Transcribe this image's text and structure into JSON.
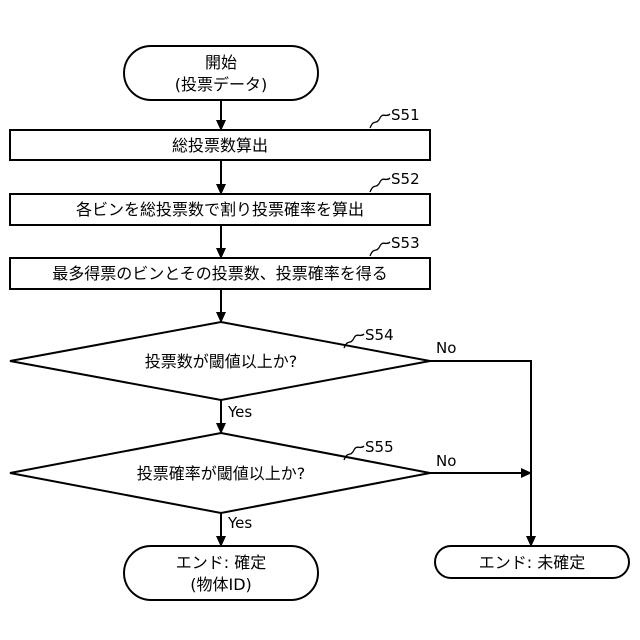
{
  "start": {
    "line1": "開始",
    "line2": "(投票データ)"
  },
  "steps": [
    {
      "id": "S51",
      "label": "総投票数算出"
    },
    {
      "id": "S52",
      "label": "各ビンを総投票数で割り投票確率を算出"
    },
    {
      "id": "S53",
      "label": "最多得票のビンとその投票数、投票確率を得る"
    }
  ],
  "decisions": [
    {
      "id": "S54",
      "label": "投票数が閾値以上か?",
      "yes": "Yes",
      "no": "No"
    },
    {
      "id": "S55",
      "label": "投票確率が閾値以上か?",
      "yes": "Yes",
      "no": "No"
    }
  ],
  "end_confirmed": {
    "line1": "エンド: 確定",
    "line2": "(物体ID)"
  },
  "end_unconfirmed": {
    "label": "エンド: 未確定"
  }
}
